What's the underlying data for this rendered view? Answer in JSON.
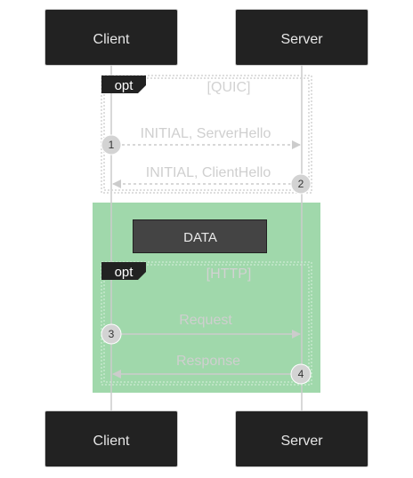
{
  "actors": {
    "client": "Client",
    "server": "Server"
  },
  "frames": {
    "quic": {
      "keyword": "opt",
      "condition": "[QUIC]"
    },
    "http": {
      "keyword": "opt",
      "condition": "[HTTP]"
    }
  },
  "section": {
    "note": "DATA",
    "color": "#a0d8ab"
  },
  "messages": [
    {
      "number": "1",
      "text": "INITIAL, ServerHello",
      "from": "client",
      "to": "server",
      "style": "dashed"
    },
    {
      "number": "2",
      "text": "INITIAL, ClientHello",
      "from": "server",
      "to": "client",
      "style": "dashed"
    },
    {
      "number": "3",
      "text": "Request",
      "from": "client",
      "to": "server",
      "style": "solid"
    },
    {
      "number": "4",
      "text": "Response",
      "from": "server",
      "to": "client",
      "style": "solid"
    }
  ],
  "colors": {
    "actor_fill": "#222222",
    "lifeline": "#cccccc",
    "arrow": "#cccccc",
    "badge": "#d3d3d3"
  }
}
